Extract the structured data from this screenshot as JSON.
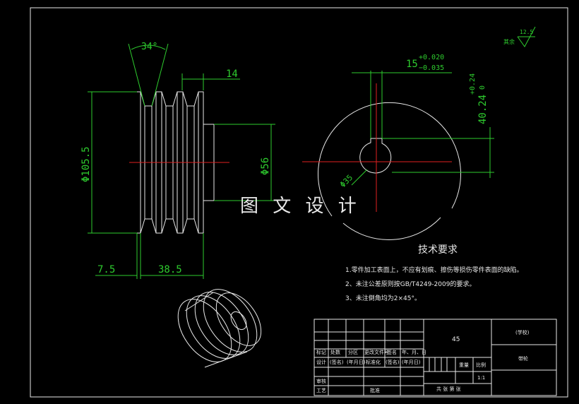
{
  "watermark": "图 文 设 计",
  "dims": {
    "groove_angle": "34°",
    "groove_pitch": "14",
    "outer_diameter": "Φ105.5",
    "hub_diameter": "Φ56",
    "left_offset": "7.5",
    "width": "38.5",
    "keyway_width": "15",
    "keyway_width_tol_up": "+0.020",
    "keyway_width_tol_low": "−0.035",
    "keyway_depth": "40.24",
    "keyway_depth_tol_up": "+0.24",
    "keyway_depth_tol_low": "0",
    "bore": "Φ35"
  },
  "surface": {
    "label": "其余",
    "roughness": "12.5"
  },
  "tech": {
    "title": "技术要求",
    "notes": [
      "1.零件加工表面上，不应有划痕、擦伤等损伤零件表面的缺陷。",
      "2、未注公差原则按GB/T4249-2009的要求。",
      "3、未注倒角均为2×45°。"
    ]
  },
  "title_block": {
    "material_code": "45",
    "school": "(学校)",
    "part_name": "带轮",
    "h_mark": "标记",
    "h_count": "处数",
    "h_zone": "分区",
    "h_docno": "更改文件号",
    "h_sign": "签名",
    "h_date": "年、月、日",
    "designer": "设计",
    "designer_sign": "(签名)",
    "designer_date": "(年月日)",
    "standardize": "标准化",
    "std_sign": "(签名)",
    "std_date": "(年月日)",
    "weight": "重量",
    "scale": "比例",
    "scale_value": "1:1",
    "review": "审核",
    "process": "工艺",
    "approve": "批准",
    "sheets": "共  张  第  张"
  }
}
